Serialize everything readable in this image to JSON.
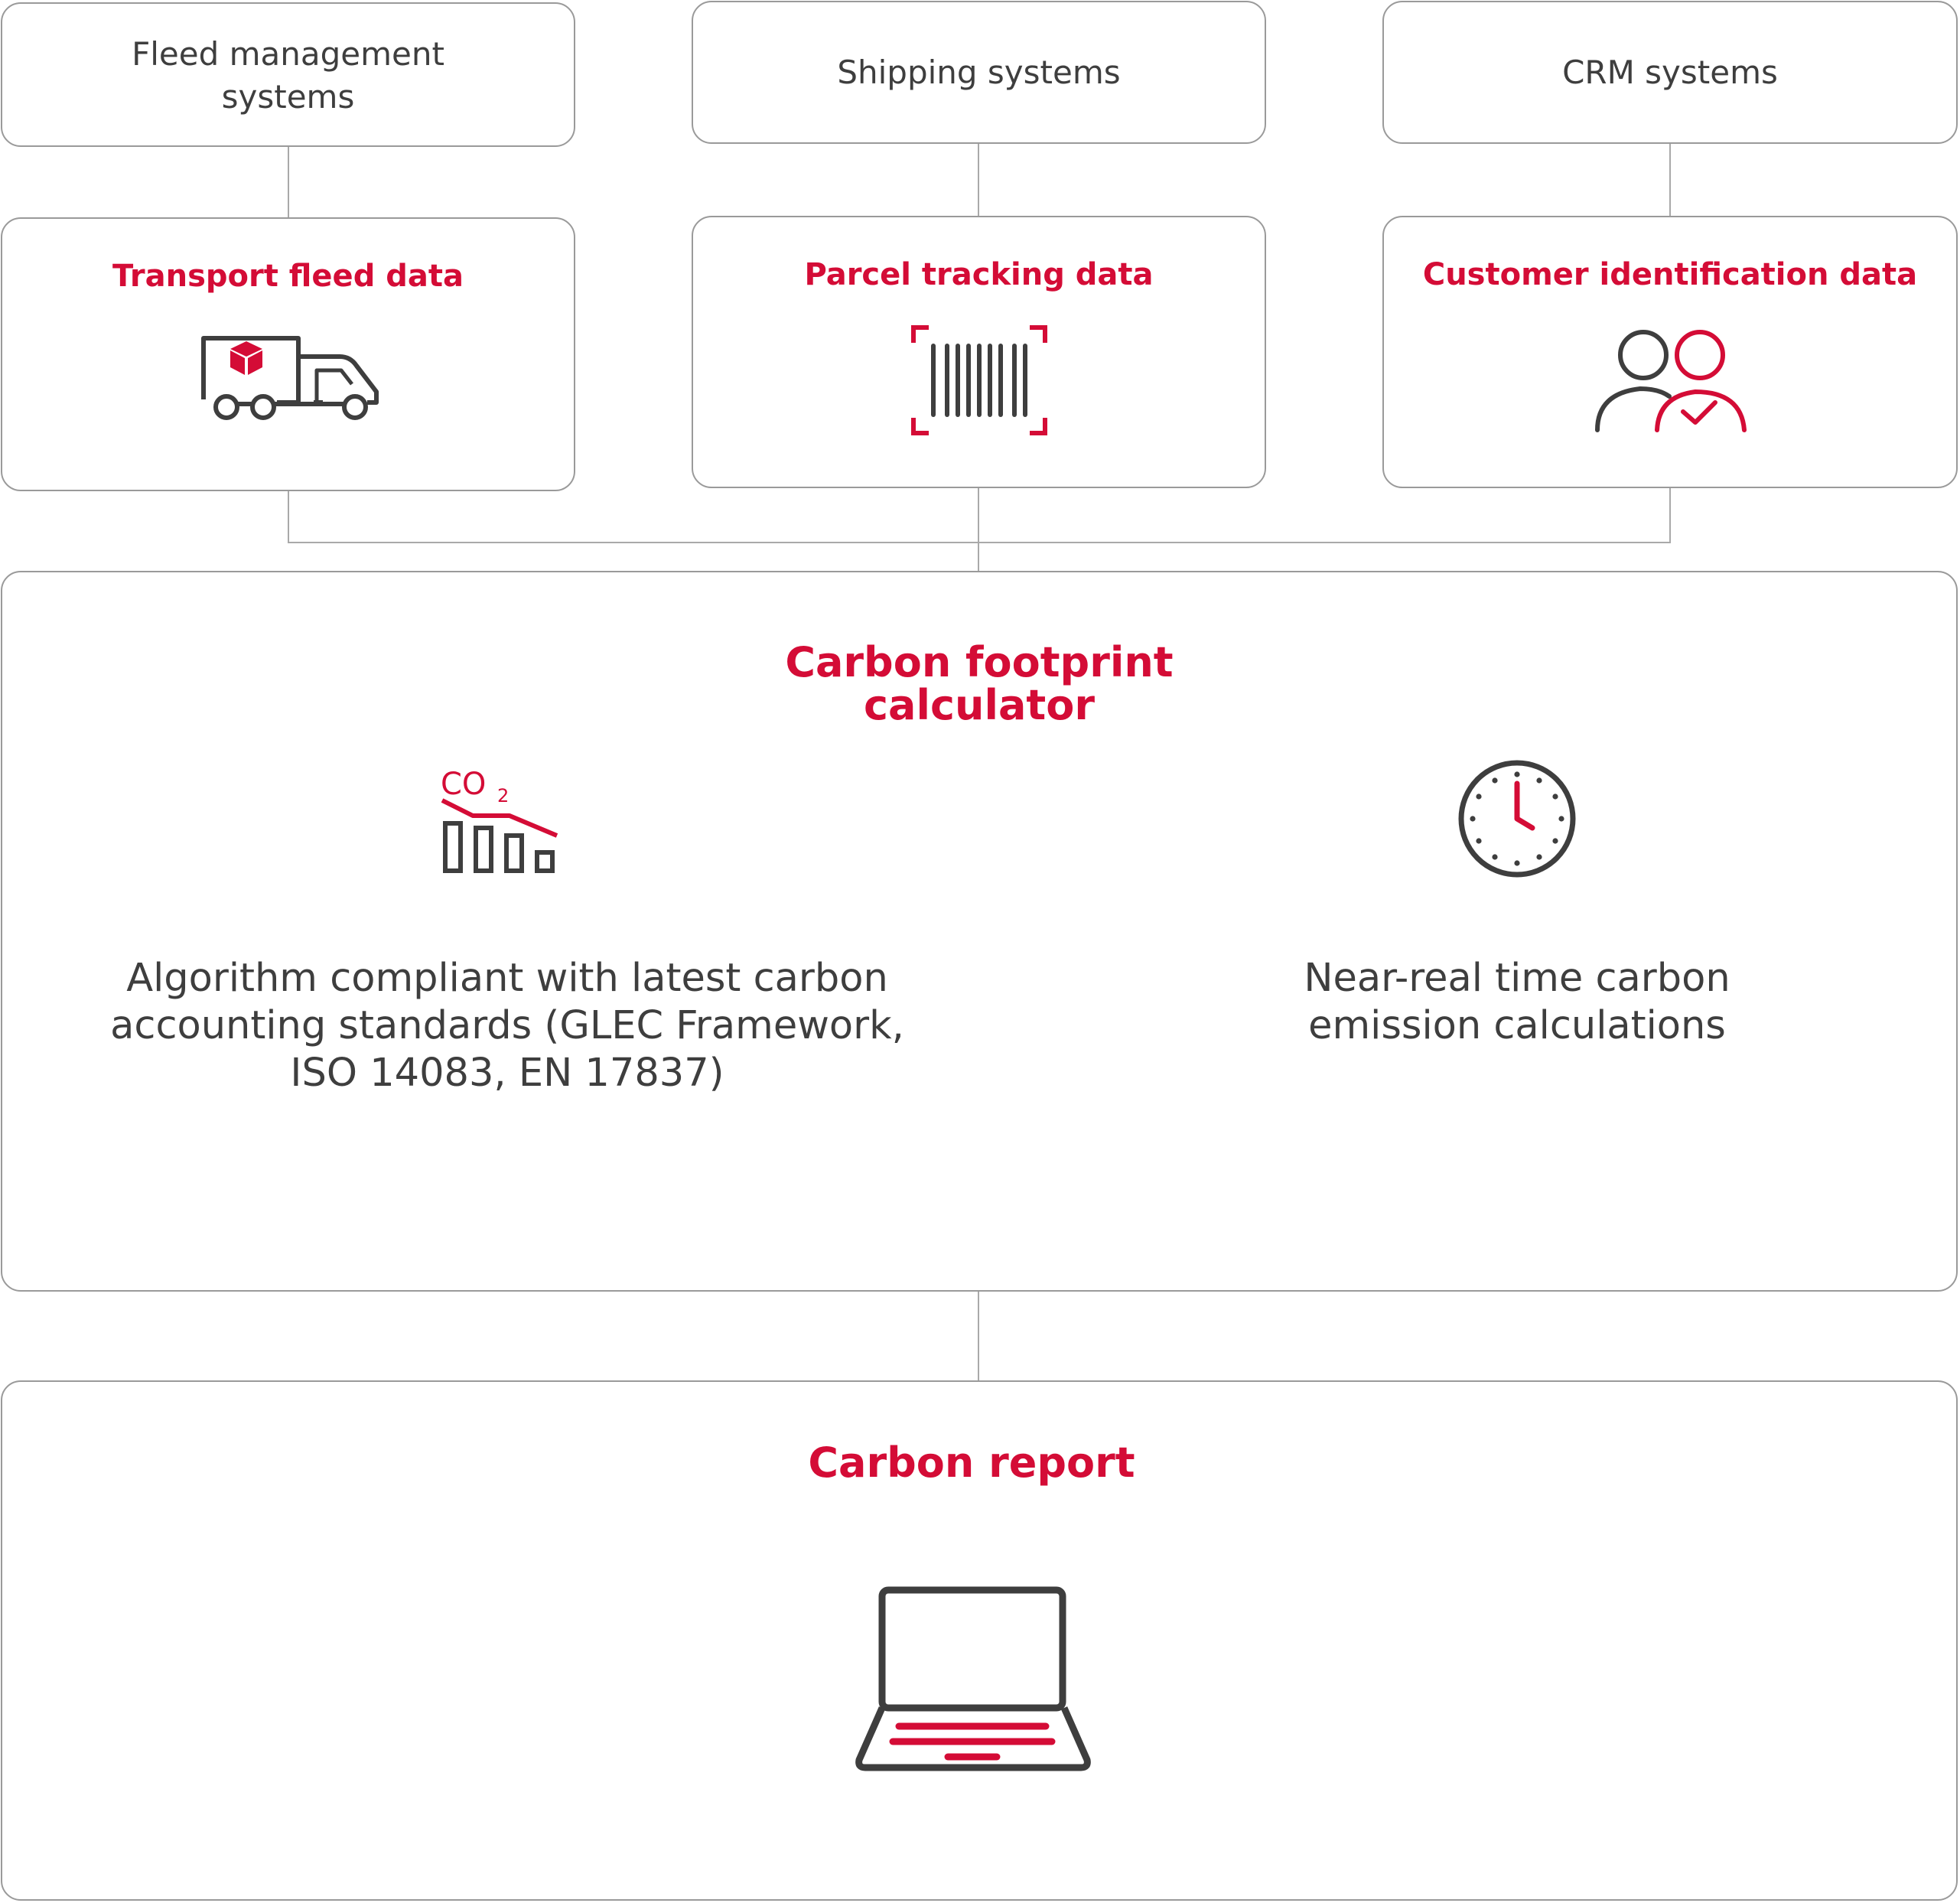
{
  "sources": [
    {
      "system": "Fleed management systems",
      "data": "Transport fleed data",
      "icon": "delivery-truck-icon"
    },
    {
      "system": "Shipping systems",
      "data": "Parcel tracking data",
      "icon": "barcode-scan-icon"
    },
    {
      "system": "CRM systems",
      "data": "Customer identification data",
      "icon": "customers-check-icon"
    }
  ],
  "calculator": {
    "title": "Carbon footprint calculator",
    "features": [
      {
        "text": "Algorithm compliant with latest carbon accounting standards (GLEC Framework, ISO 14083, EN 17837)",
        "icon": "co2-decrease-chart-icon",
        "icon_label": "CO",
        "icon_subscript": "2"
      },
      {
        "text": "Near-real time carbon emission calculations",
        "icon": "clock-icon"
      }
    ]
  },
  "report": {
    "title": "Carbon report",
    "icon": "laptop-report-icon"
  },
  "colors": {
    "accent": "#d40c36",
    "icon_dark": "#3e3e3e",
    "text": "#3e3e3e",
    "border": "#9a9a9a",
    "connector": "#a9a9a9"
  }
}
